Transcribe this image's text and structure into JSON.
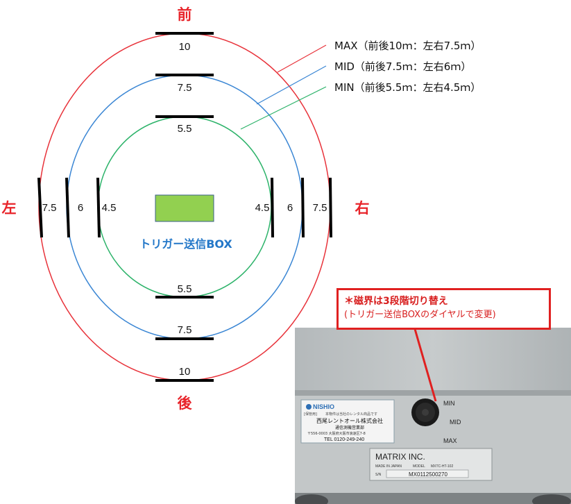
{
  "directions": {
    "front": "前",
    "back": "後",
    "left": "左",
    "right": "右"
  },
  "rings": [
    {
      "key": "max",
      "color": "#e8323a",
      "front": "10",
      "back": "10",
      "left": "7.5",
      "right": "7.5"
    },
    {
      "key": "mid",
      "color": "#3a86d4",
      "front": "7.5",
      "back": "7.5",
      "left": "6",
      "right": "6"
    },
    {
      "key": "min",
      "color": "#2db36a",
      "front": "5.5",
      "back": "5.5",
      "left": "4.5",
      "right": "4.5"
    }
  ],
  "legend": [
    {
      "label": "MAX（前後10ｍ：左右7.5ｍ）",
      "color": "#e8323a"
    },
    {
      "label": "MID（前後7.5ｍ：左右6ｍ）",
      "color": "#3a86d4"
    },
    {
      "label": "MIN（前後5.5ｍ：左右4.5ｍ）",
      "color": "#2db36a"
    }
  ],
  "box": {
    "label": "トリガー送信BOX",
    "fill": "#92d050"
  },
  "callout": {
    "line1": "＊磁界は3段階切り替え",
    "line2": "(トリガー送信BOXのダイヤルで変更)"
  },
  "device": {
    "dial_labels": {
      "min": "MIN",
      "mid": "MID",
      "max": "MAX"
    },
    "sticker": {
      "brand": "NISHIO",
      "tag": "[保管用]",
      "note": "本物件は当社のレンタル商品です",
      "company": "西尾レントオール株式会社",
      "dept": "通信測機営業部",
      "address": "〒556-0003 大阪府大阪市浪速区7-8",
      "tel": "TEL 0120-249-240"
    },
    "plate": {
      "maker": "MATRIX INC.",
      "made_in": "MADE IN JAPAN",
      "model_label": "MODEL",
      "model": "MXTC-HT-102",
      "sn_label": "S/N",
      "serial": "MX0112500270"
    }
  }
}
